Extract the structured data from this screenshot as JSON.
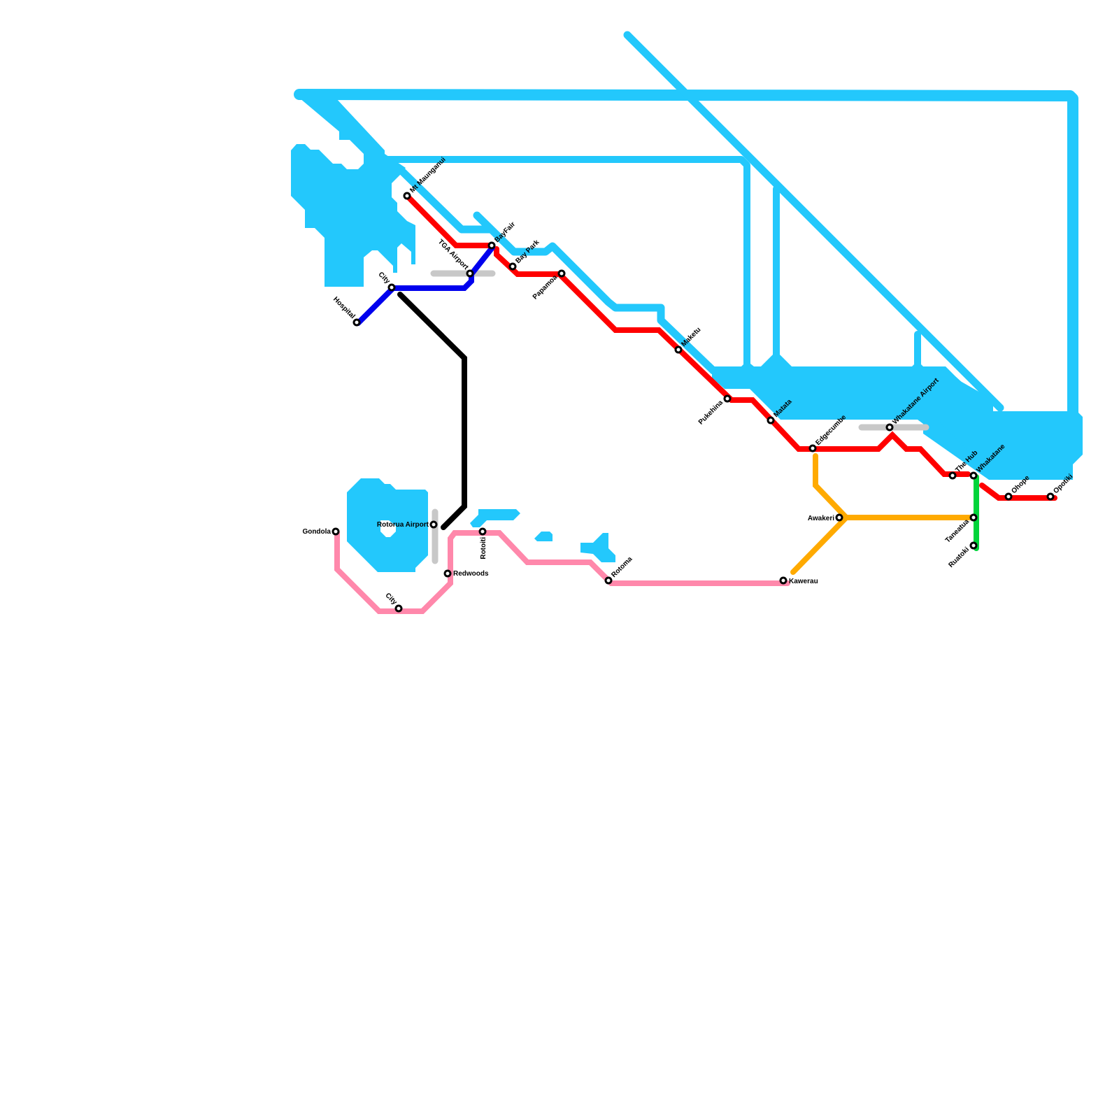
{
  "map": {
    "title": "Bay of Plenty transit map",
    "colors": {
      "water": "#23c8fc",
      "background": "#ffffff",
      "interchange": "#c8c8c8",
      "station_fill": "#ffffff",
      "station_stroke": "#000000"
    },
    "lines": [
      {
        "id": "red",
        "color": "#ff0000",
        "stations": [
          "Mt Maunganui",
          "BayFair",
          "Bay Park",
          "Papamoa",
          "Maketu",
          "Pukehina",
          "Matata",
          "Edgecumbe",
          "Whakatane Airport",
          "The Hub",
          "Whakatane",
          "Ohope",
          "Opotiki"
        ]
      },
      {
        "id": "blue",
        "color": "#0000ee",
        "stations": [
          "Hospital",
          "City",
          "TGA Airport",
          "BayFair"
        ]
      },
      {
        "id": "black",
        "color": "#000000",
        "stations": [
          "City",
          "Rotorua Airport"
        ]
      },
      {
        "id": "pink",
        "color": "#ff88ab",
        "stations": [
          "Gondola",
          "City",
          "Redwoods",
          "Rotoiti",
          "Rotoma",
          "Kawerau"
        ]
      },
      {
        "id": "orange",
        "color": "#ffaa00",
        "stations": [
          "Edgecumbe",
          "Awakeri",
          "Kawerau",
          "Taneatua"
        ]
      },
      {
        "id": "green",
        "color": "#00d43a",
        "stations": [
          "Whakatane",
          "Taneatua",
          "Ruatoki"
        ]
      }
    ],
    "stations": [
      {
        "id": "mt-maunganui",
        "name": "Mt Maunganui"
      },
      {
        "id": "tga-airport",
        "name": "TGA Airport"
      },
      {
        "id": "bayfair",
        "name": "BayFair"
      },
      {
        "id": "bay-park",
        "name": "Bay Park"
      },
      {
        "id": "papamoa",
        "name": "Papamoa"
      },
      {
        "id": "maketu",
        "name": "Maketu"
      },
      {
        "id": "pukehina",
        "name": "Pukehina"
      },
      {
        "id": "matata",
        "name": "Matata"
      },
      {
        "id": "edgecumbe",
        "name": "Edgecumbe"
      },
      {
        "id": "whakatane-airport",
        "name": "Whakatane Airport"
      },
      {
        "id": "the-hub",
        "name": "The Hub"
      },
      {
        "id": "whakatane",
        "name": "Whakatane"
      },
      {
        "id": "ohope",
        "name": "Ohope"
      },
      {
        "id": "opotiki",
        "name": "Opotiki"
      },
      {
        "id": "tauranga-city",
        "name": "City"
      },
      {
        "id": "hospital",
        "name": "Hospital"
      },
      {
        "id": "rotorua-airport",
        "name": "Rotorua Airport"
      },
      {
        "id": "gondola",
        "name": "Gondola"
      },
      {
        "id": "rotorua-city",
        "name": "City"
      },
      {
        "id": "redwoods",
        "name": "Redwoods"
      },
      {
        "id": "rotoiti",
        "name": "Rotoiti"
      },
      {
        "id": "rotoma",
        "name": "Rotoma"
      },
      {
        "id": "kawerau",
        "name": "Kawerau"
      },
      {
        "id": "awakeri",
        "name": "Awakeri"
      },
      {
        "id": "taneatua",
        "name": "Taneatua"
      },
      {
        "id": "ruatoki",
        "name": "Ruatoki"
      }
    ],
    "interchanges": [
      "TGA Airport",
      "Rotorua Airport",
      "Whakatane Airport"
    ]
  }
}
